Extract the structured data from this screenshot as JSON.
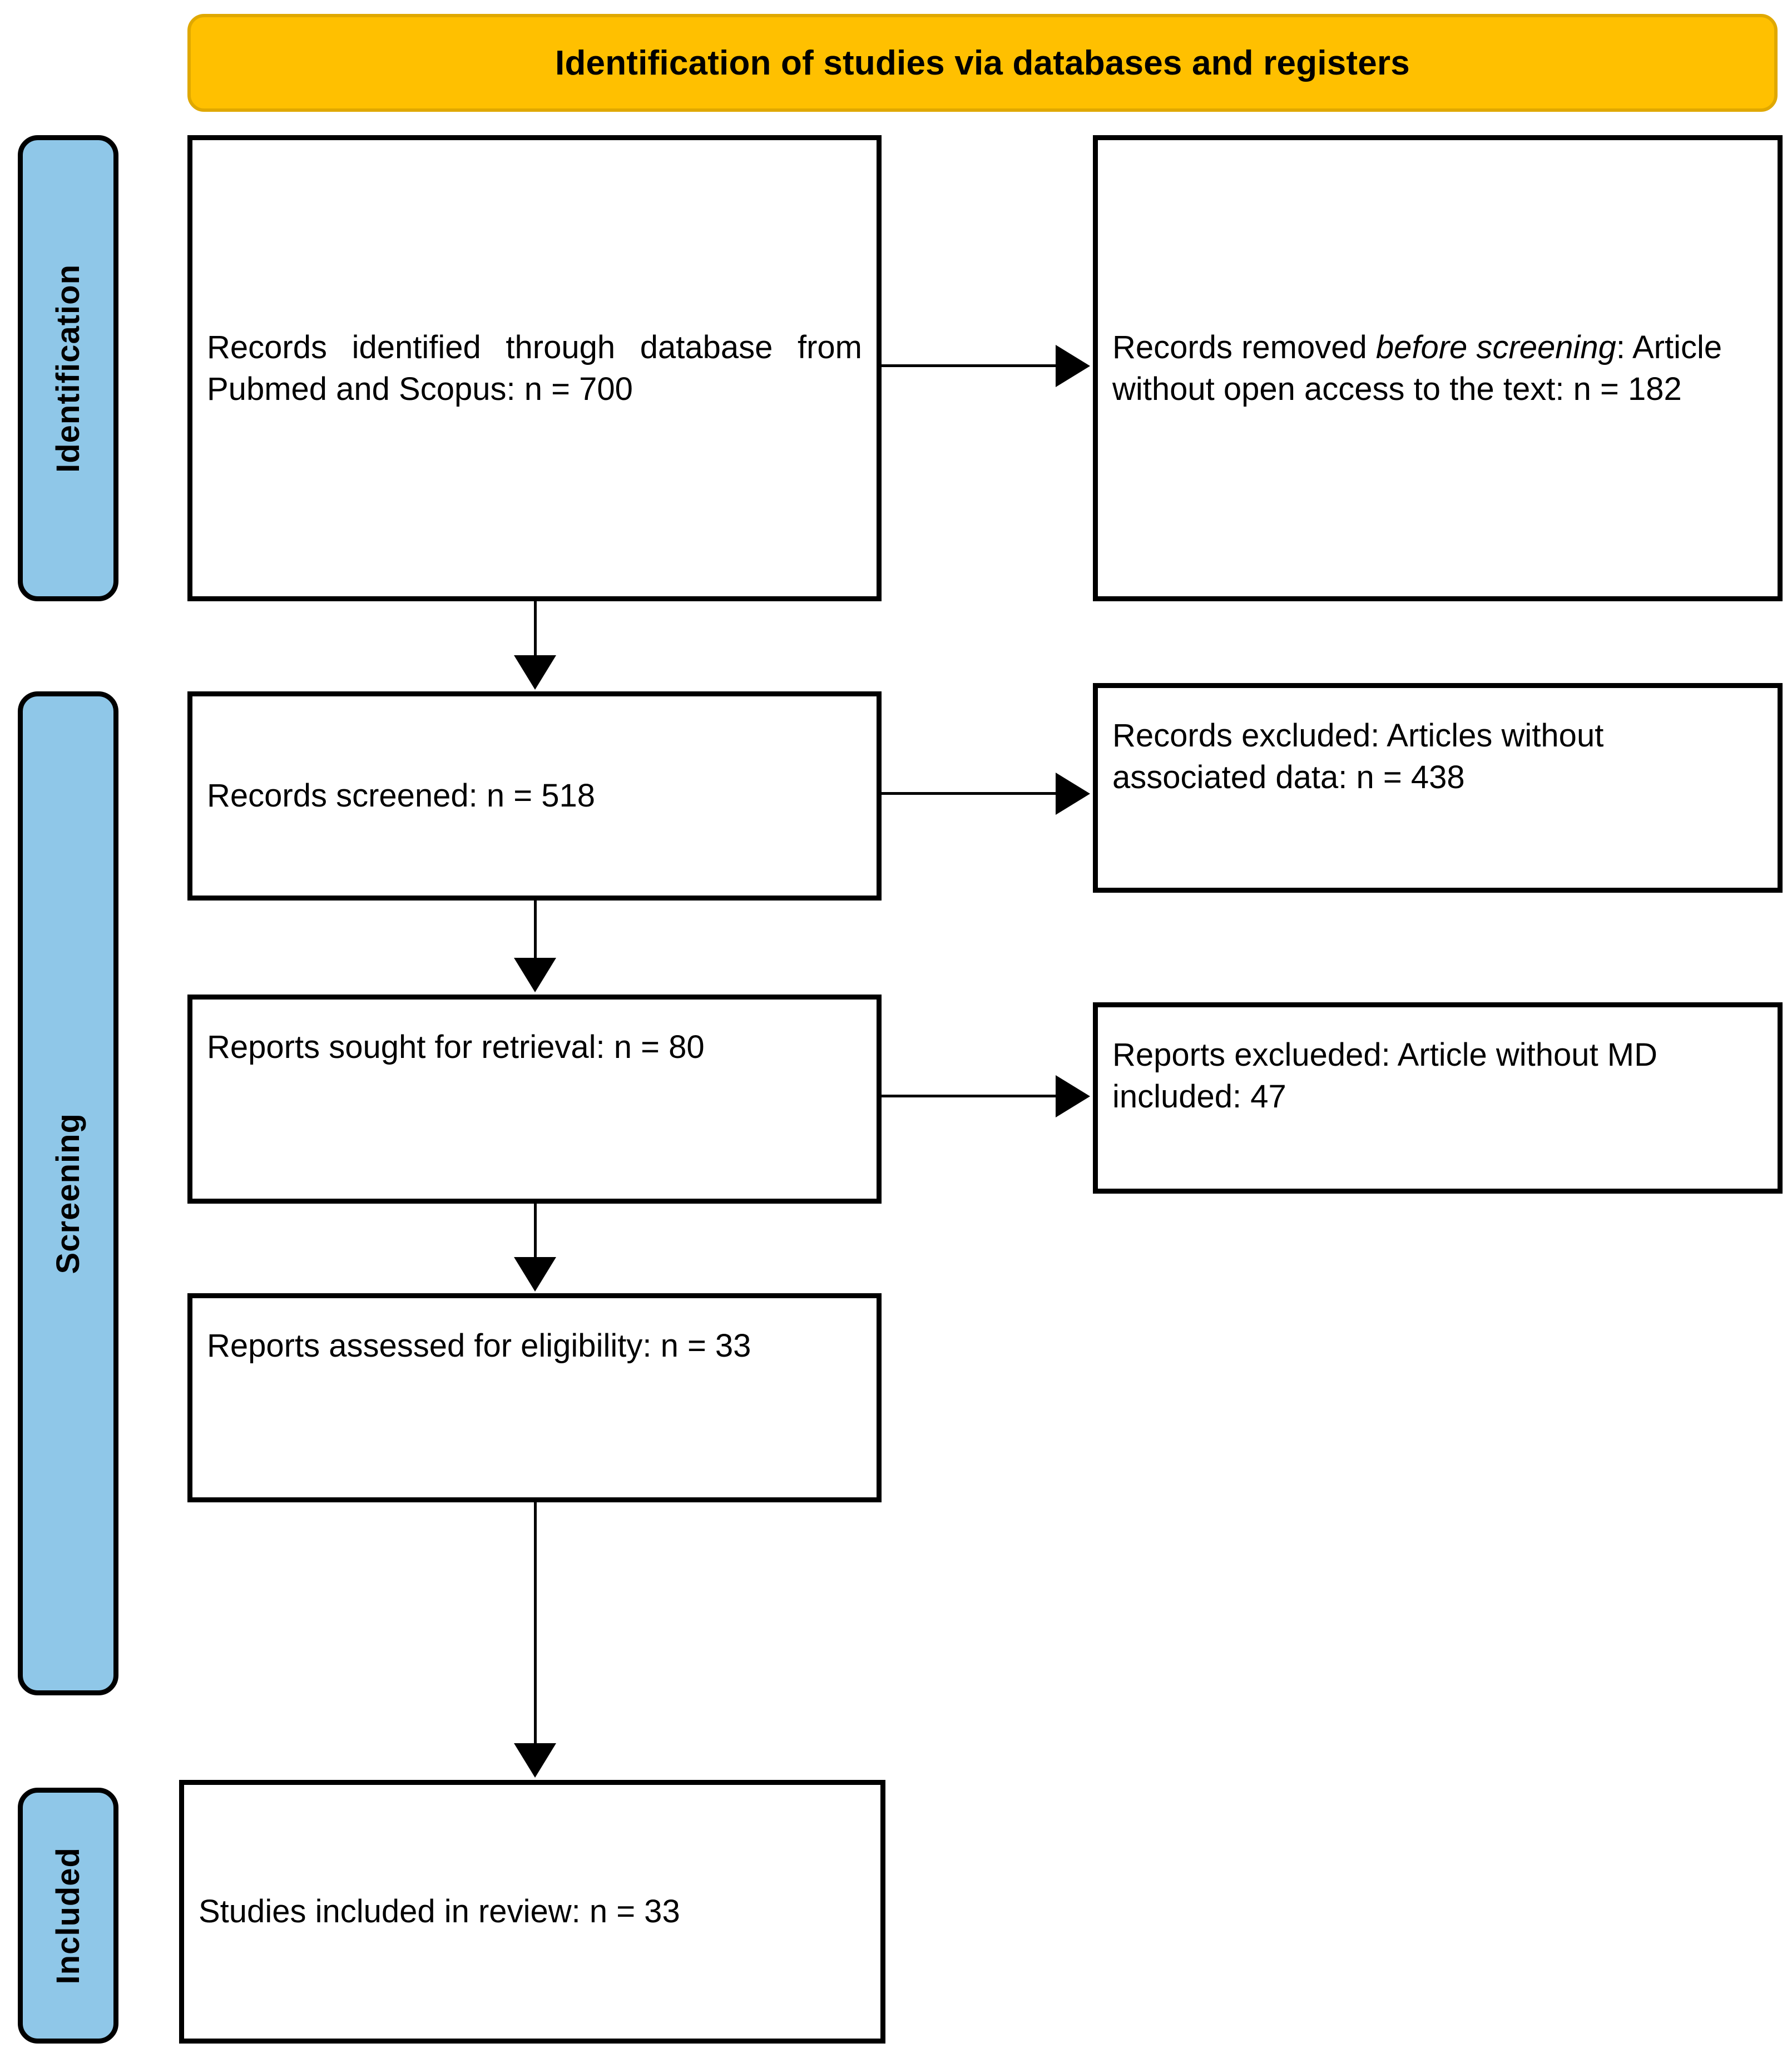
{
  "header": {
    "title": "Identification of studies via databases and registers",
    "background_color": "#FFC000",
    "text_color": "#000000"
  },
  "stages": [
    {
      "id": "identification",
      "label": "Identification",
      "color": "#8FC7E8"
    },
    {
      "id": "screening",
      "label": "Screening",
      "color": "#8FC7E8"
    },
    {
      "id": "included",
      "label": "Included",
      "color": "#8FC7E8"
    }
  ],
  "boxes": {
    "identified": {
      "text": "Records identified through database from Pubmed and Scopus: n = 700",
      "count": 700
    },
    "removed_before_screening": {
      "prefix": "Records removed ",
      "italic": "before screening",
      "suffix": ": Article without open access to the text: n = 182",
      "count": 182
    },
    "records_screened": {
      "text": "Records screened: n = 518",
      "count": 518
    },
    "records_excluded": {
      "text": "Records excluded: Articles without associated data: n = 438",
      "count": 438
    },
    "reports_sought": {
      "text": "Reports sought for retrieval: n = 80",
      "count": 80
    },
    "reports_excluded": {
      "text": "Reports exclueded: Article without MD included: 47",
      "count": 47
    },
    "reports_assessed": {
      "text": "Reports assessed for eligibility: n = 33",
      "count": 33
    },
    "studies_included": {
      "text": "Studies included in review: n = 33",
      "count": 33
    }
  },
  "chart_data": {
    "type": "diagram",
    "title": "Identification of studies via databases and registers",
    "nodes": [
      {
        "id": "identified",
        "stage": "Identification",
        "label": "Records identified through database from Pubmed and Scopus",
        "n": 700
      },
      {
        "id": "removed_before_screening",
        "stage": "Identification",
        "label": "Records removed before screening: Article without open access to the text",
        "n": 182
      },
      {
        "id": "records_screened",
        "stage": "Screening",
        "label": "Records screened",
        "n": 518
      },
      {
        "id": "records_excluded",
        "stage": "Screening",
        "label": "Records excluded: Articles without associated data",
        "n": 438
      },
      {
        "id": "reports_sought",
        "stage": "Screening",
        "label": "Reports sought for retrieval",
        "n": 80
      },
      {
        "id": "reports_excluded",
        "stage": "Screening",
        "label": "Reports exclueded: Article without MD included",
        "n": 47
      },
      {
        "id": "reports_assessed",
        "stage": "Screening",
        "label": "Reports assessed for eligibility",
        "n": 33
      },
      {
        "id": "studies_included",
        "stage": "Included",
        "label": "Studies included in review",
        "n": 33
      }
    ],
    "edges": [
      {
        "from": "identified",
        "to": "removed_before_screening",
        "direction": "right"
      },
      {
        "from": "identified",
        "to": "records_screened",
        "direction": "down"
      },
      {
        "from": "records_screened",
        "to": "records_excluded",
        "direction": "right"
      },
      {
        "from": "records_screened",
        "to": "reports_sought",
        "direction": "down"
      },
      {
        "from": "reports_sought",
        "to": "reports_excluded",
        "direction": "right"
      },
      {
        "from": "reports_sought",
        "to": "reports_assessed",
        "direction": "down"
      },
      {
        "from": "reports_assessed",
        "to": "studies_included",
        "direction": "down"
      }
    ]
  }
}
